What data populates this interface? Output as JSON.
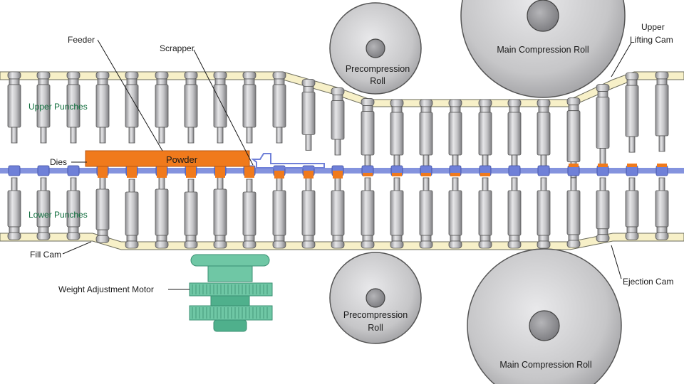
{
  "labels": {
    "feeder": "Feeder",
    "scrapper": "Scrapper",
    "dies": "Dies",
    "powder": "Powder",
    "upper_punches": "Upper Punches",
    "lower_punches": "Lower Punches",
    "fill_cam": "Fill Cam",
    "weight_adjustment_motor": "Weight Adjustment Motor",
    "precompression_roll_top": [
      "Precompression",
      "Roll"
    ],
    "precompression_roll_bottom": [
      "Precompression",
      "Roll"
    ],
    "main_compression_roll_top": "Main Compression Roll",
    "main_compression_roll_bottom": "Main Compression Roll",
    "upper_lifting_cam": [
      "Upper",
      "Lifting Cam"
    ],
    "ejection_cam": "Ejection Cam"
  },
  "colors": {
    "track": "#f7f0c8",
    "track_stroke": "#6a6a5a",
    "punch": "#c9c9cb",
    "punch_dark": "#8a8a8e",
    "die": "#6f80d8",
    "powder": "#f07a1c",
    "motor": "#6fc7a5",
    "motor_dark": "#3a8f72",
    "roll": "#c4c4c6",
    "roll_dark": "#7c7c80",
    "label_green": "#0d6b3a"
  }
}
